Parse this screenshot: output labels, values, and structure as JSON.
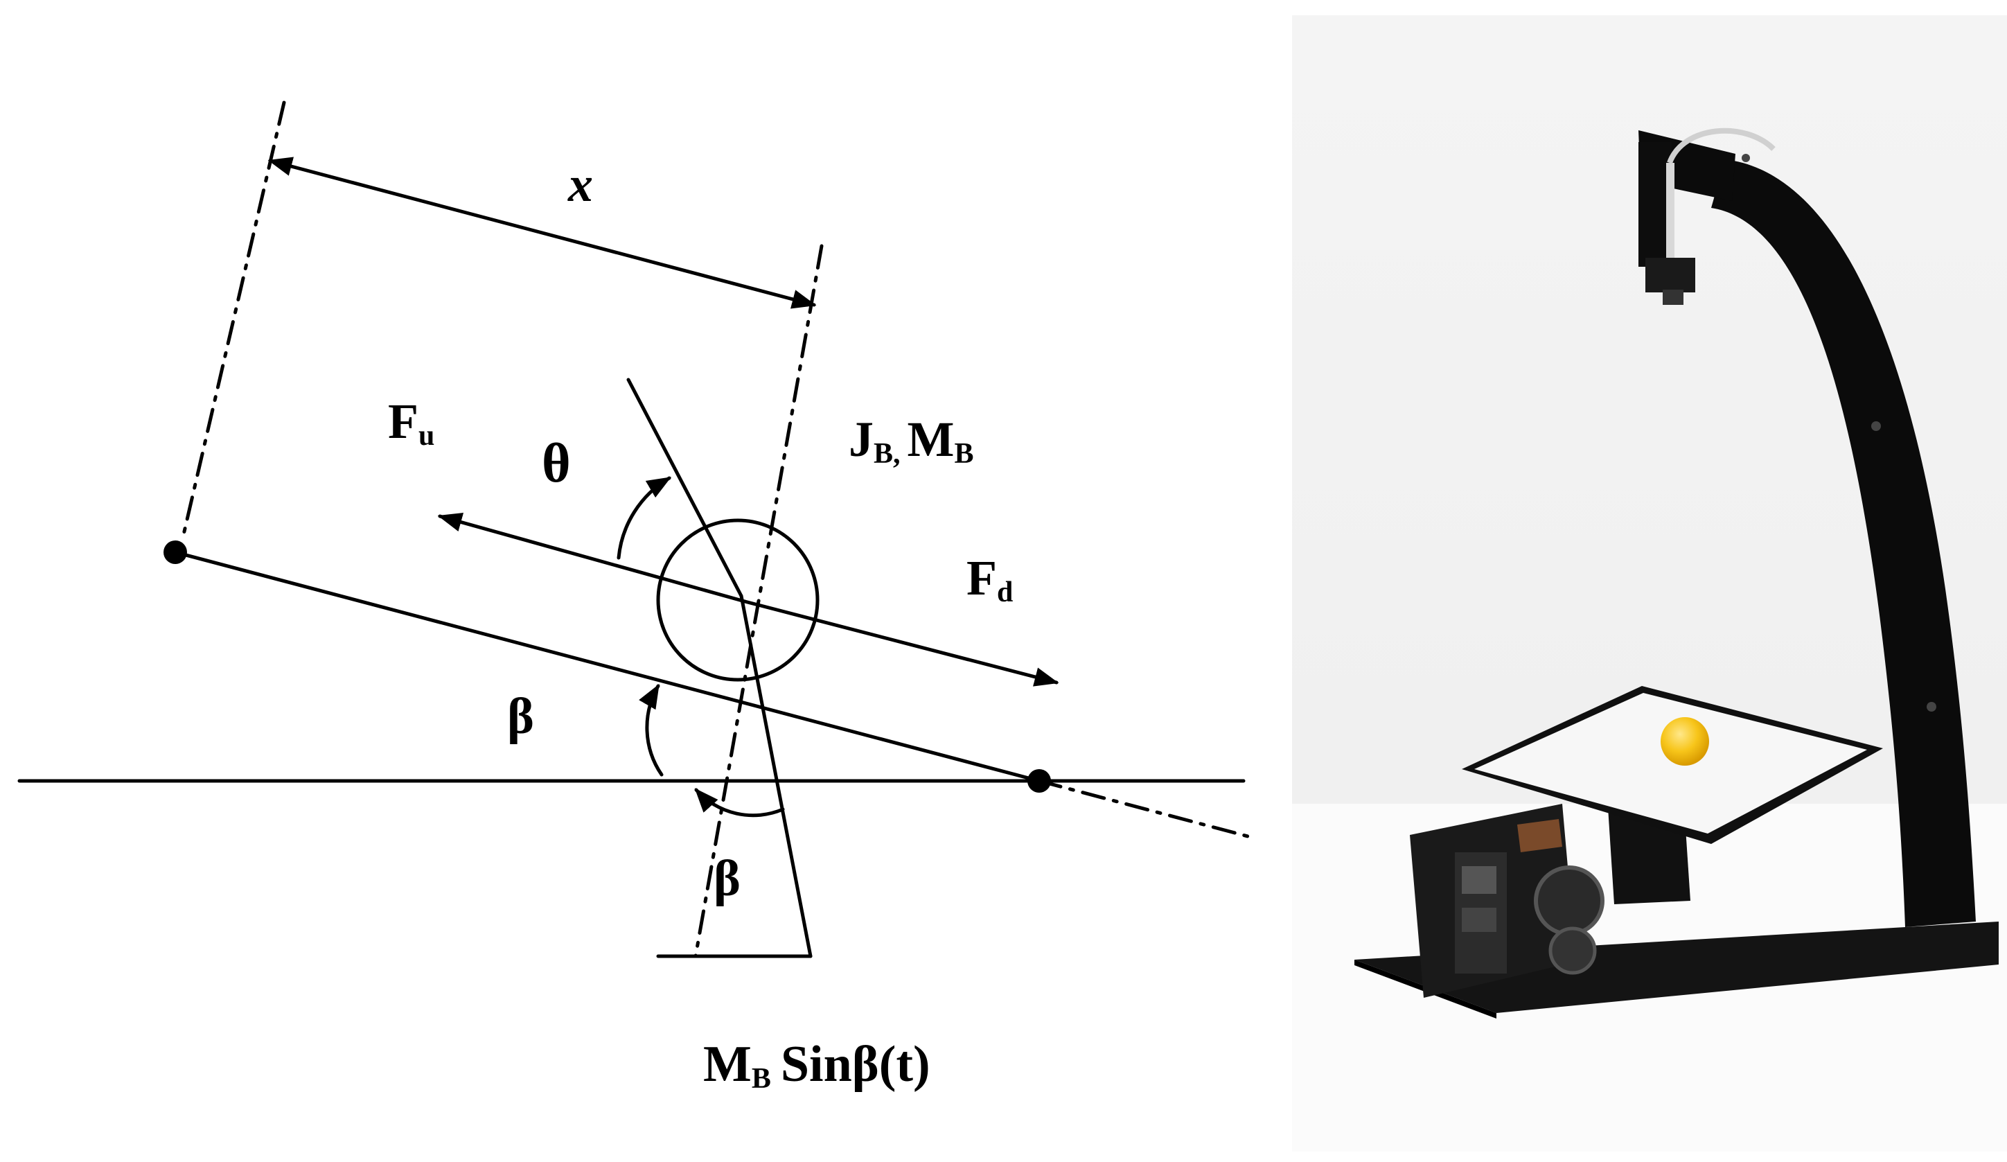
{
  "diagram": {
    "labels": {
      "x": "x",
      "fu_main": "F",
      "fu_sub": "u",
      "theta": "θ",
      "jb_main": "J",
      "jb_sub": "B,",
      "mb_main": "M",
      "mb_sub": "B",
      "fd_main": "F",
      "fd_sub": "d",
      "beta_upper": "β",
      "beta_lower": "β",
      "torque_main": "M",
      "torque_sub": "B",
      "torque_rest": "Sinβ(t)"
    }
  },
  "photo": {
    "colors": {
      "wall": "#f2f2f2",
      "table": "#fbfbfb",
      "frame": "#111111",
      "plate": "#f7f7f7",
      "ball": "#f7c51a"
    }
  }
}
